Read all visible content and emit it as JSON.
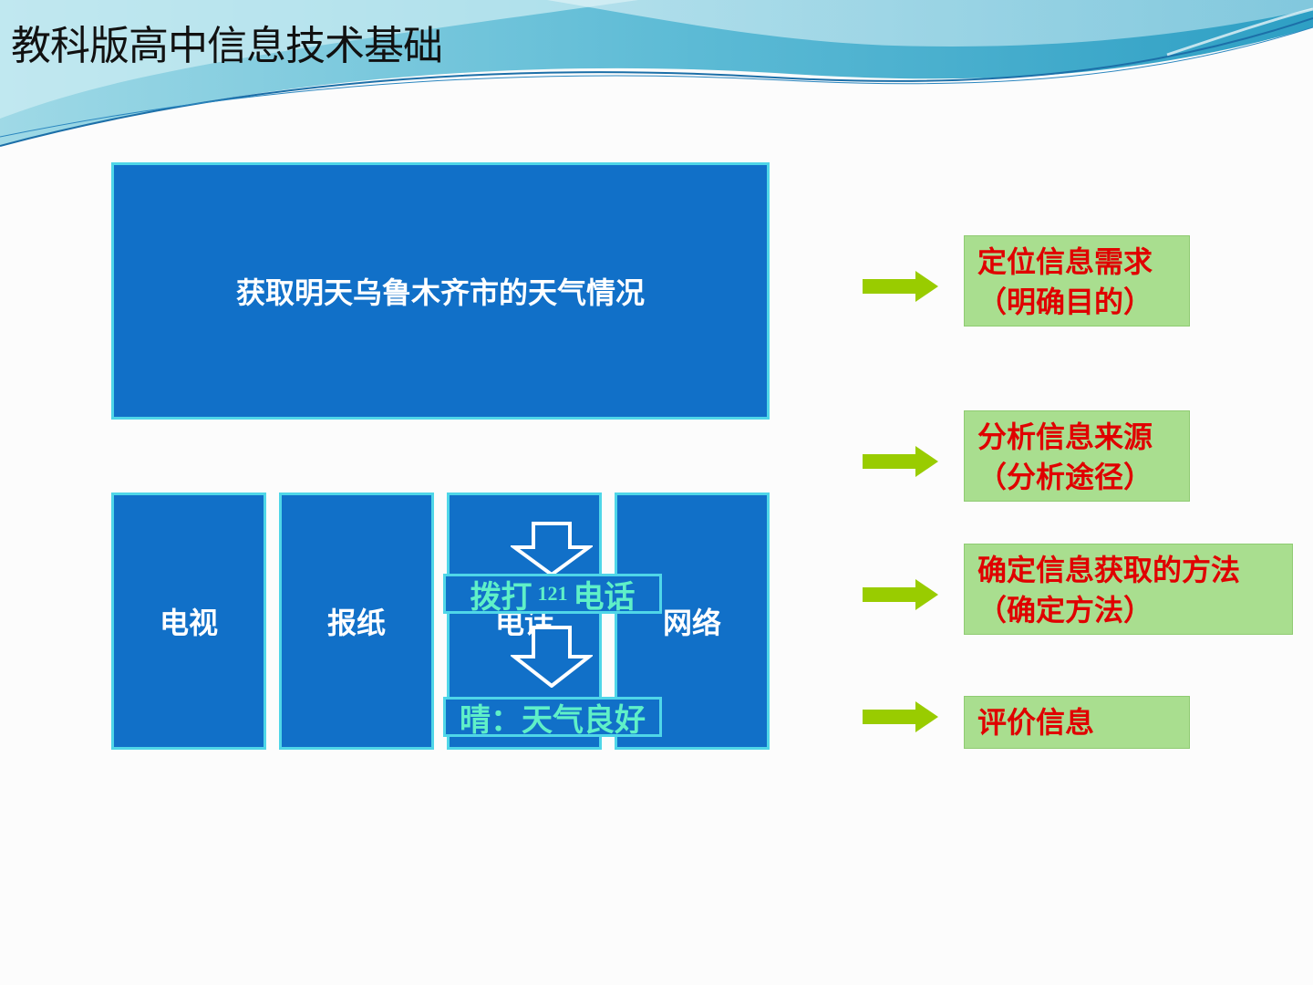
{
  "header": {
    "title": "教科版高中信息技术基础"
  },
  "main_task": "获取明天乌鲁木齐市的天气情况",
  "sources": [
    "电视",
    "报纸",
    "电话",
    "网络"
  ],
  "overlays": {
    "dial_prefix": "拨打",
    "dial_number": "121",
    "dial_suffix": "电话",
    "result": "晴：天气良好"
  },
  "steps": [
    {
      "line1": "定位信息需求",
      "line2": "（明确目的）"
    },
    {
      "line1": "分析信息来源",
      "line2": "（分析途径）"
    },
    {
      "line1": "确定信息获取的方法",
      "line2": "（确定方法）"
    },
    {
      "line1": "评价信息",
      "line2": ""
    }
  ],
  "colors": {
    "box": "#1170c8",
    "box_border": "#4fd6e8",
    "step_bg": "#a9de8f",
    "step_text": "#e00000",
    "arrow": "#99cc00"
  }
}
